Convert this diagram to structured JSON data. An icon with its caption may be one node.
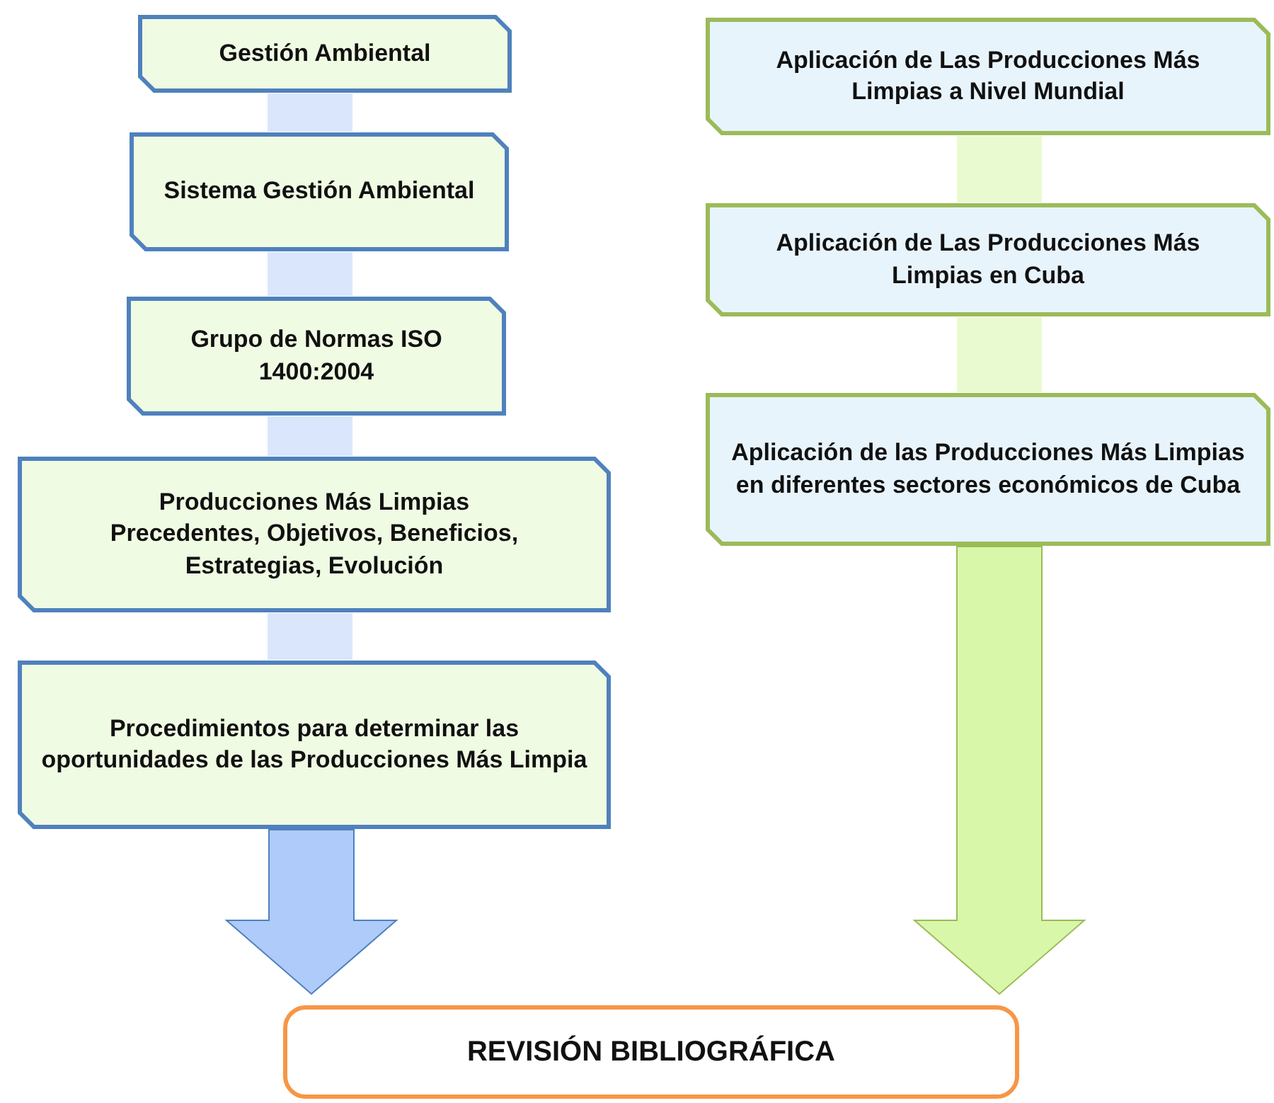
{
  "diagram": {
    "nodes": [
      {
        "text": [
          "Gestión Ambiental"
        ]
      },
      {
        "text": [
          "Sistema Gestión Ambiental"
        ]
      },
      {
        "text": [
          "Grupo de Normas ISO 1400:2004"
        ]
      },
      {
        "text": [
          "Producciones Más Limpias",
          "Precedentes, Objetivos, Beneficios, Estrategias, Evolución"
        ]
      },
      {
        "text": [
          "Procedimientos para determinar las oportunidades de las Producciones Más Limpia"
        ]
      },
      {
        "text": [
          "Aplicación de Las Producciones Más Limpias a Nivel Mundial"
        ]
      },
      {
        "text": [
          "Aplicación de Las Producciones Más Limpias en Cuba"
        ]
      },
      {
        "text": [
          "Aplicación de las Producciones Más Limpias en diferentes sectores económicos de Cuba"
        ]
      },
      {
        "text": [
          "REVISIÓN BIBLIOGRÁFICA"
        ]
      }
    ],
    "edges": [
      {
        "from": 0,
        "to": 1,
        "arrow": "none",
        "style": "thick",
        "color": "#dae6fb"
      },
      {
        "from": 1,
        "to": 2,
        "arrow": "none",
        "style": "thick",
        "color": "#dae6fb"
      },
      {
        "from": 2,
        "to": 3,
        "arrow": "none",
        "style": "thick",
        "color": "#dae6fb"
      },
      {
        "from": 3,
        "to": 4,
        "arrow": "none",
        "style": "thick",
        "color": "#dae6fb"
      },
      {
        "from": 4,
        "to": 8,
        "arrow": "to",
        "style": "thick",
        "color": "#aecbfa"
      },
      {
        "from": 5,
        "to": 6,
        "arrow": "none",
        "style": "thick",
        "color": "#eafad0"
      },
      {
        "from": 6,
        "to": 7,
        "arrow": "none",
        "style": "thick",
        "color": "#eafad0"
      },
      {
        "from": 7,
        "to": 8,
        "arrow": "to",
        "style": "thick",
        "color": "#d9f7a8"
      }
    ]
  }
}
